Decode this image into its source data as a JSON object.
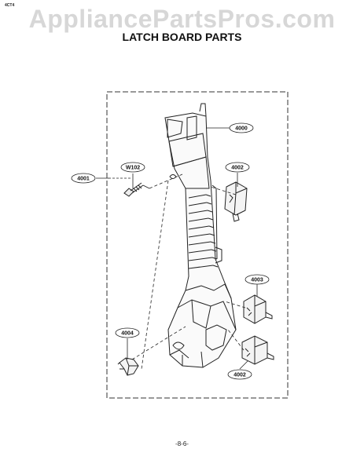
{
  "header": {
    "corner_code": "4CT4",
    "watermark": "AppliancePartsPros.com",
    "title": "LATCH BOARD PARTS"
  },
  "callouts": [
    {
      "label": "4000"
    },
    {
      "label": "4001"
    },
    {
      "label": "W102"
    },
    {
      "label": "4002"
    },
    {
      "label": "4003"
    },
    {
      "label": "4004"
    },
    {
      "label": "4002"
    }
  ],
  "footer": {
    "page_number": "-8-6-"
  }
}
